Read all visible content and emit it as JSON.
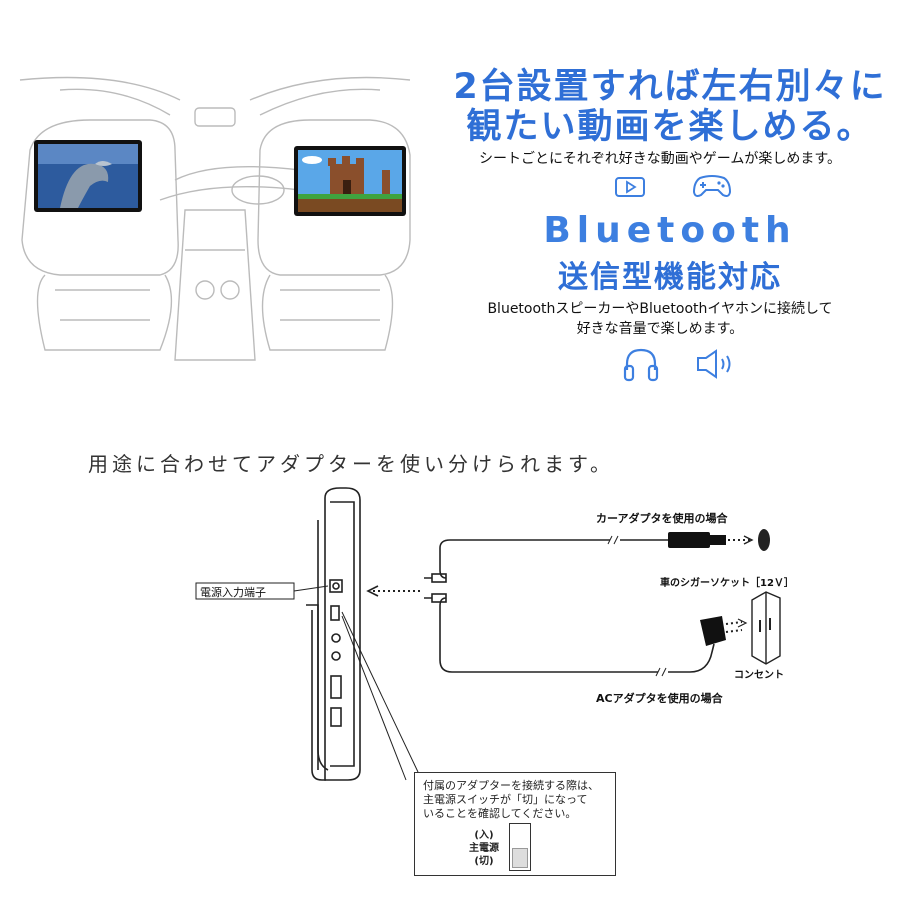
{
  "headline": {
    "line1": "2台設置すれば左右別々に",
    "line2": "観たい動画を楽しめる。",
    "description": "シートごとにそれぞれ好きな動画やゲームが楽しめます。"
  },
  "bluetooth": {
    "title": "Bluetooth",
    "subtitle": "送信型機能対応",
    "description_line1": "BluetoothスピーカーやBluetoothイヤホンに接続して",
    "description_line2": "好きな音量で楽しめます。"
  },
  "usage": {
    "heading": "用途に合わせてアダプターを使い分けられます。"
  },
  "diagram": {
    "power_terminal": "電源入力端子",
    "car_adapter": "カーアダプタを使用の場合",
    "cigar_socket": "車のシガーソケット［12Ｖ］",
    "outlet": "コンセント",
    "ac_adapter": "ACアダプタを使用の場合",
    "note_line1": "付属のアダプターを接続する際は、",
    "note_line2": "主電源スイッチが「切」になって",
    "note_line3": "いることを確認してください。",
    "switch_on": "(入)",
    "switch_label": "主電源",
    "switch_off": "(切)"
  },
  "icons": [
    "play-icon",
    "gamepad-icon",
    "headphones-icon",
    "speaker-icon"
  ],
  "colors": {
    "accent": "#2f6fd6",
    "accent_light": "#3d7fe0"
  }
}
